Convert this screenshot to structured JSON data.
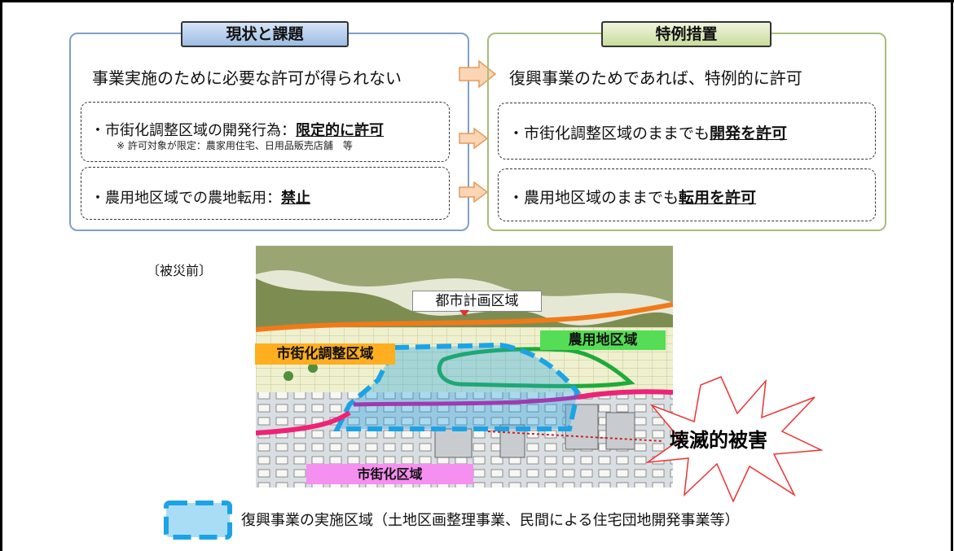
{
  "left_panel": {
    "header": "現状と課題",
    "lead": "事業実施のために必要な許可が得られない",
    "item1_prefix": "・市街化調整区域の開発行為：",
    "item1_emph": "限定的に許可",
    "item1_note": "※ 許可対象が限定：農家用住宅、日用品販売店舗　等",
    "item2_prefix": "・農用地区域での農地転用：",
    "item2_emph": "禁止"
  },
  "right_panel": {
    "header": "特例措置",
    "lead": "復興事業のためであれば、特例的に許可",
    "item1_prefix": "・市街化調整区域のままでも",
    "item1_emph": "開発を許可",
    "item2_prefix": "・農用地区域のままでも",
    "item2_emph": "転用を許可"
  },
  "illustration": {
    "caption": "〔被災前〕",
    "label_city_planning": "都市計画区域",
    "label_farmland": "農用地区域",
    "label_urbanization_control": "市街化調整区域",
    "label_urbanization": "市街化区域",
    "label_damage": "壊滅的被害"
  },
  "legend": {
    "text": "復興事業の実施区域（土地区画整理事業、民間による住宅団地開発事業等）"
  },
  "colors": {
    "left_border": "#7f9fc8",
    "right_border": "#a9bd79",
    "arrow_fill": "#fcd5b4",
    "arrow_stroke": "#e69a5c",
    "city_planning_line": "#f07a1a",
    "farmland_line": "#1faa3a",
    "urbanization_line": "#ee2277",
    "urbanization_inner_line": "#a03ab0",
    "reconstruction_zone": "#1ca3e6"
  }
}
